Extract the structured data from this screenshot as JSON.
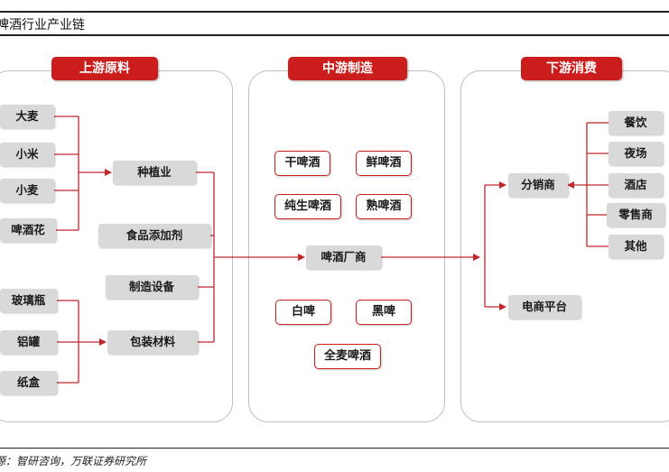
{
  "title": "啤酒行业产业链",
  "source": "源：智研咨询，万联证券研究所",
  "colors": {
    "accent": "#cc1d1d",
    "connector": "#c0272d",
    "gray_box": "#d9d9d9",
    "panel_border": "#bdbdbd"
  },
  "upstream": {
    "header": "上游原料",
    "raw_materials": [
      "大麦",
      "小米",
      "小麦",
      "啤酒花"
    ],
    "planting": "种植业",
    "food_additive": "食品添加剂",
    "equipment": "制造设备",
    "packaging_items": [
      "玻璃瓶",
      "铝罐",
      "纸盒"
    ],
    "packaging": "包装材料"
  },
  "midstream": {
    "header": "中游制造",
    "types_top": [
      "干啤酒",
      "鲜啤酒",
      "纯生啤酒",
      "熟啤酒"
    ],
    "factory": "啤酒厂商",
    "types_bottom": [
      "白啤",
      "黑啤",
      "全麦啤酒"
    ]
  },
  "downstream": {
    "header": "下游消费",
    "distributor": "分销商",
    "ecommerce": "电商平台",
    "channels": [
      "餐饮",
      "夜场",
      "酒店",
      "零售商",
      "其他"
    ]
  }
}
